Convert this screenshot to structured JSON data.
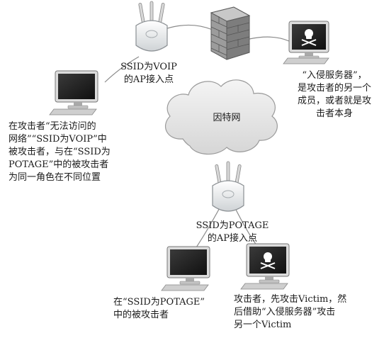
{
  "labels": {
    "ssid_voip_ap": "SSID为VOIP\n的AP接入点",
    "intrusion_server": "“入侵服务器”，\n是攻击者的另一个\n成员，或者就是攻\n击者本身",
    "internet": "因特网",
    "voip_victim": "在攻击者“无法访问的\n网络”“SSID为VOIP”中\n被攻击者，与在“SSID为\nPOTAGE”中的被攻击者\n为同一角色在不同位置",
    "ssid_potage_ap": "SSID为POTAGE\n的AP接入点",
    "potage_victim": "在“SSID为POTAGE”\n中的被攻击者",
    "attacker": "攻击者，先攻击Victim，然\n后借助“入侵服务器”攻击\n另一个Victim"
  }
}
